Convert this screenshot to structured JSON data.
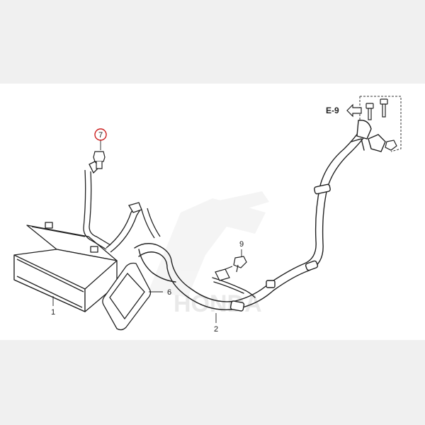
{
  "diagram": {
    "watermark": "HONDA",
    "reference": {
      "label": "E-9"
    },
    "callouts": [
      {
        "id": "7",
        "label": "7",
        "highlighted": true
      },
      {
        "id": "9",
        "label": "9",
        "highlighted": false
      },
      {
        "id": "6",
        "label": "6",
        "highlighted": false
      },
      {
        "id": "1",
        "label": "1",
        "highlighted": false
      },
      {
        "id": "2",
        "label": "2",
        "highlighted": false
      }
    ],
    "colors": {
      "background": "#f0f0f0",
      "panel": "#ffffff",
      "line": "#222222",
      "highlight": "#cc1f1f",
      "watermark": "#e9e9e9"
    }
  }
}
